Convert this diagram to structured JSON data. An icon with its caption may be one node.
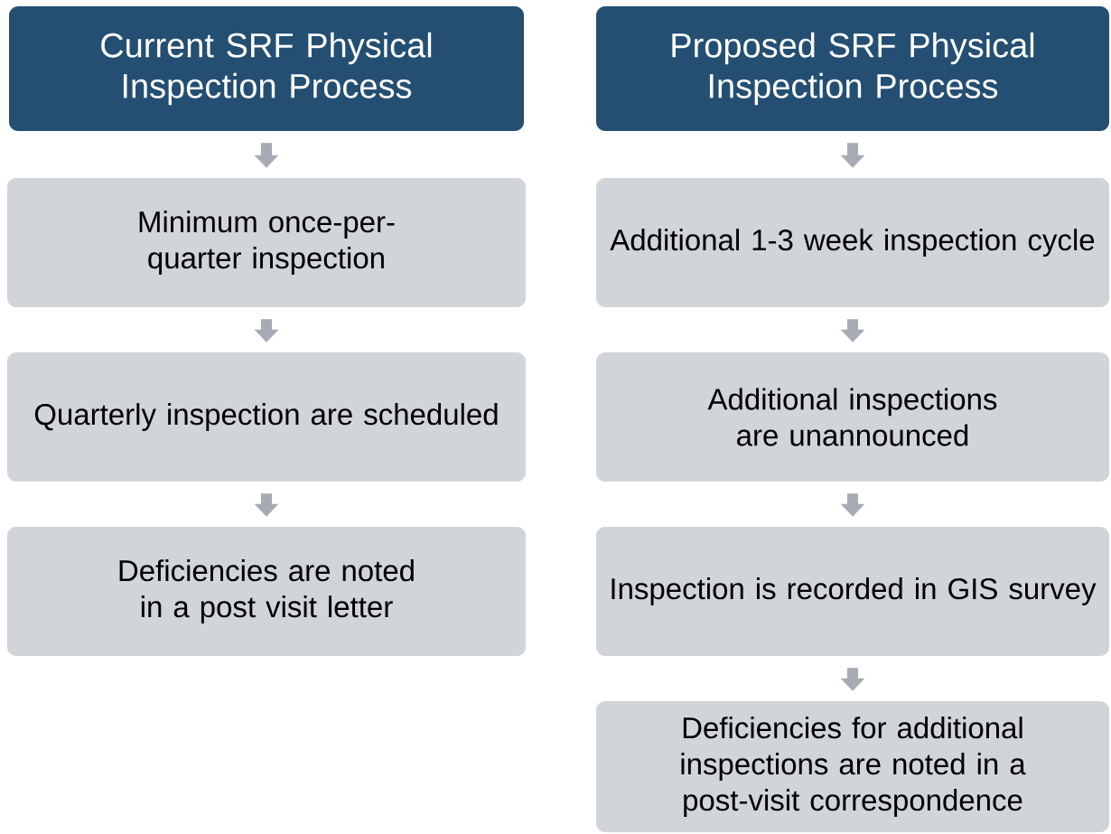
{
  "diagram": {
    "nodes": [
      {
        "text": [
          "Current SRF Physical Inspection Process"
        ]
      },
      {
        "text": [
          "Minimum once-per-quarter inspection"
        ]
      },
      {
        "text": [
          "Quarterly inspection are scheduled"
        ]
      },
      {
        "text": [
          "Deficiencies are noted in a post visit letter"
        ]
      },
      {
        "text": [
          "Proposed SRF Physical Inspection Process"
        ]
      },
      {
        "text": [
          "Additional 1-3 week inspection cycle"
        ]
      },
      {
        "text": [
          "Additional inspections are unannounced"
        ]
      },
      {
        "text": [
          "Inspection is recorded in GIS survey"
        ]
      },
      {
        "text": [
          "Deficiencies for additional inspections are noted in a post-visit correspondence"
        ]
      }
    ],
    "edges": [
      {
        "from": 0,
        "to": 1,
        "arrow": "to"
      },
      {
        "from": 1,
        "to": 2,
        "arrow": "to"
      },
      {
        "from": 2,
        "to": 3,
        "arrow": "to"
      },
      {
        "from": 4,
        "to": 5,
        "arrow": "to"
      },
      {
        "from": 5,
        "to": 6,
        "arrow": "to"
      },
      {
        "from": 6,
        "to": 7,
        "arrow": "to"
      },
      {
        "from": 7,
        "to": 8,
        "arrow": "to"
      }
    ]
  }
}
